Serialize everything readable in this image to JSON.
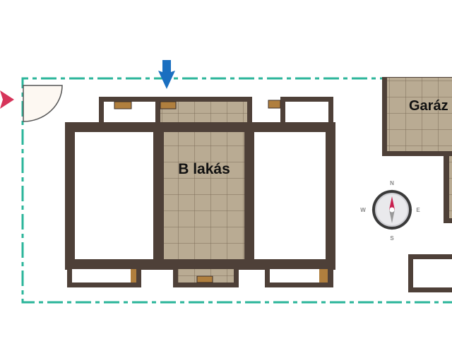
{
  "plan": {
    "apartment_label": "B lakás",
    "garage_label": "Garáz",
    "compass": {
      "north": "N",
      "east": "E",
      "south": "S",
      "west": "W"
    }
  },
  "colors": {
    "wall": "#4e4038",
    "tile": "#b9ab93",
    "tile_grid": "#7d6c58",
    "boundary": "#2bb59a",
    "window_sill": "#b07f3e",
    "entry_arrow_left": "#d6345a",
    "entry_arrow_top": "#1a6fc0",
    "compass_needle_north": "#c8204f"
  }
}
